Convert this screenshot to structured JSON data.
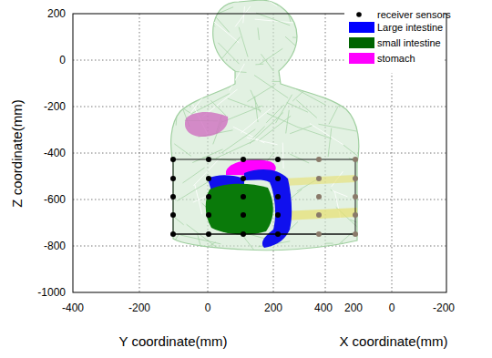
{
  "diagram": {
    "labels": [
      "200",
      "0",
      "-200",
      "-400",
      "-600",
      "-800",
      "-1000",
      "Z coordinate(mm)",
      "-400",
      "-200",
      "0",
      "200",
      "400",
      "200",
      "0",
      "-200",
      "Y coordinate(mm)",
      "X coordinate(mm)"
    ],
    "legend": [
      {
        "text": "receiver sensors"
      },
      {
        "text": "Large intestine",
        "color": "#0000ff"
      },
      {
        "text": "small intestine",
        "color": "#006400"
      },
      {
        "text": "stomach",
        "color": "#ff00ff"
      }
    ]
  }
}
